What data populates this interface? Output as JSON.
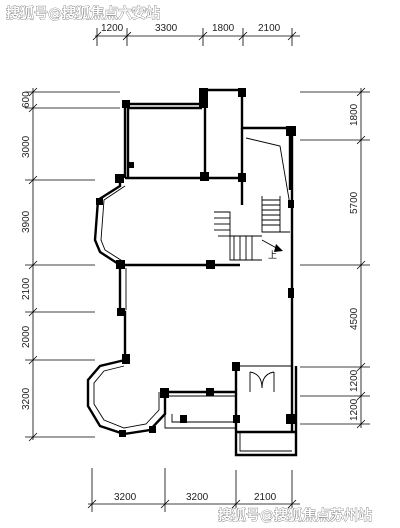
{
  "watermarks": {
    "top": "搜狐号@搜狐焦点六安站",
    "bottom": "搜狐号@搜狐焦点苏州站"
  },
  "dimensions": {
    "top": [
      "1200",
      "3300",
      "1800",
      "2100"
    ],
    "left": [
      "600",
      "3000",
      "3900",
      "2100",
      "2000",
      "3200"
    ],
    "right": [
      "1800",
      "5700",
      "4500",
      "1200",
      "1200"
    ],
    "bottom": [
      "3200",
      "3200",
      "2100"
    ]
  },
  "stair_label": "上"
}
